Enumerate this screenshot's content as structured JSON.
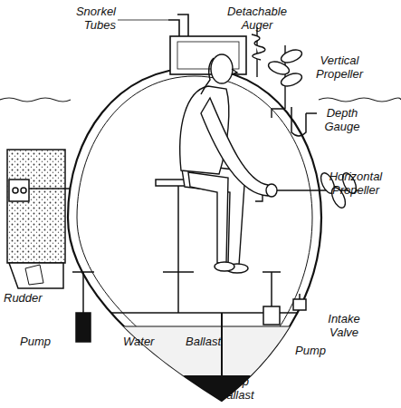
{
  "diagram": {
    "labels": [
      "Snorkel Tubes",
      "Detachable Auger",
      "Vertical Propeller",
      "Depth Gauge",
      "Horizontal Propeller",
      "Rudder",
      "Intake Valve",
      "Pump",
      "Water",
      "Ballast",
      "Pump",
      "Drop Ballast"
    ]
  }
}
